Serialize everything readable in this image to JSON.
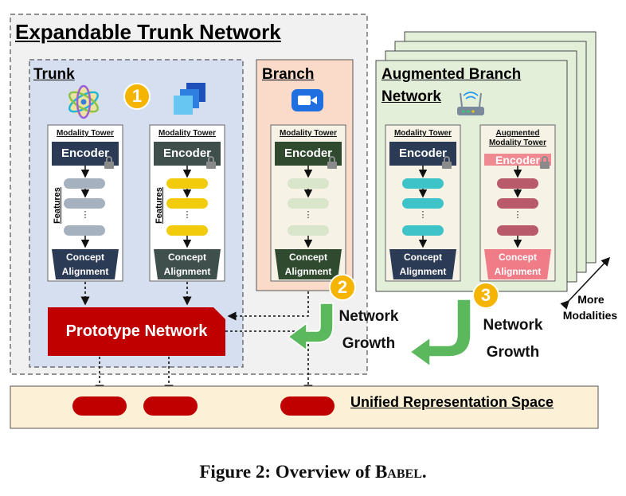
{
  "main_title": "Expandable Trunk Network",
  "trunk_title": "Trunk",
  "branch_title": "Branch",
  "augmented_title_line1": "Augmented Branch",
  "augmented_title_line2": "Network",
  "tower_label": "Modality Tower",
  "augmented_tower_label_line1": "Augmented",
  "augmented_tower_label_line2": "Modality Tower",
  "encoder_label": "Encoder",
  "features_label": "Features",
  "concept_label_line1": "Concept",
  "concept_label_line2": "Alignment",
  "prototype_label": "Prototype Network",
  "growth_word1": "Network",
  "growth_word2": "Growth",
  "more_label_line1": "More",
  "more_label_line2": "Modalities",
  "unified_label": "Unified Representation Space",
  "step_numbers": [
    "1",
    "2",
    "3"
  ],
  "caption_prefix": "Figure 2: Overview of ",
  "caption_name": "Babel",
  "caption_suffix": ".",
  "icons": [
    "atom-icon",
    "cube-stack-icon",
    "video-camera-icon",
    "wifi-router-icon",
    "lock-icon"
  ],
  "colors": {
    "trunk_bg": "#d6dff0",
    "branch_bg": "#fadbc9",
    "augmented_bg": "#e3efd8",
    "unified_bg": "#fcf1d6",
    "prototype_red": "#c00000",
    "growth_green": "#5cb85c",
    "number_orange": "#f5b400"
  }
}
